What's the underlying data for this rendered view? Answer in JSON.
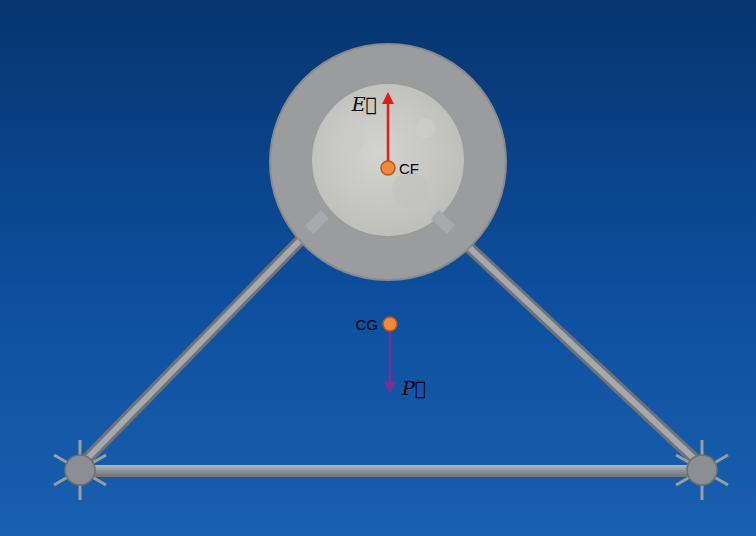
{
  "diagram": {
    "labels": [
      "E⃗",
      "CF",
      "CG",
      "P⃗"
    ]
  }
}
